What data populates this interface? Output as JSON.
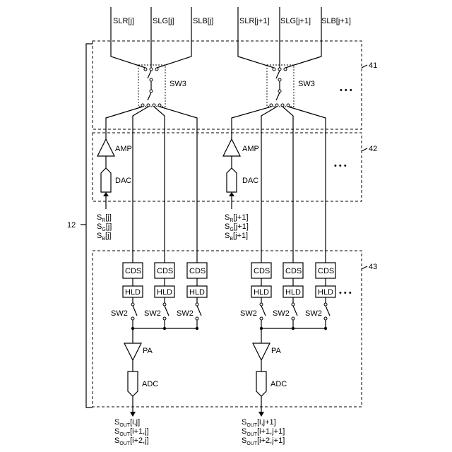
{
  "lines_top": [
    "SLR[j]",
    "SLG[j]",
    "SLB[j]",
    "SLR[j+1]",
    "SLG[j+1]",
    "SLB[j+1]"
  ],
  "block_ref": {
    "b41": "41",
    "b42": "42",
    "b43": "43",
    "outer": "12"
  },
  "labels": {
    "sw3": "SW3",
    "amp": "AMP",
    "dac": "DAC",
    "cds": "CDS",
    "hld": "HLD",
    "sw2": "SW2",
    "pa": "PA",
    "adc": "ADC",
    "ellipsis": "• • •"
  },
  "inputs": {
    "col_j": [
      {
        "base": "S",
        "sub": "R",
        "suffix": "[j]"
      },
      {
        "base": "S",
        "sub": "G",
        "suffix": "[j]"
      },
      {
        "base": "S",
        "sub": "B",
        "suffix": "[j]"
      }
    ],
    "col_j1": [
      {
        "base": "S",
        "sub": "R",
        "suffix": "[j+1]"
      },
      {
        "base": "S",
        "sub": "G",
        "suffix": "[j+1]"
      },
      {
        "base": "S",
        "sub": "B",
        "suffix": "[j+1]"
      }
    ]
  },
  "outputs": {
    "col_j": [
      {
        "base": "S",
        "sub": "OUT",
        "suffix": "[i,j]"
      },
      {
        "base": "S",
        "sub": "OUT",
        "suffix": "[i+1,j]"
      },
      {
        "base": "S",
        "sub": "OUT",
        "suffix": "[i+2,j]"
      }
    ],
    "col_j1": [
      {
        "base": "S",
        "sub": "OUT",
        "suffix": "[i,j+1]"
      },
      {
        "base": "S",
        "sub": "OUT",
        "suffix": "[i+1,j+1]"
      },
      {
        "base": "S",
        "sub": "OUT",
        "suffix": "[i+2,j+1]"
      }
    ]
  }
}
